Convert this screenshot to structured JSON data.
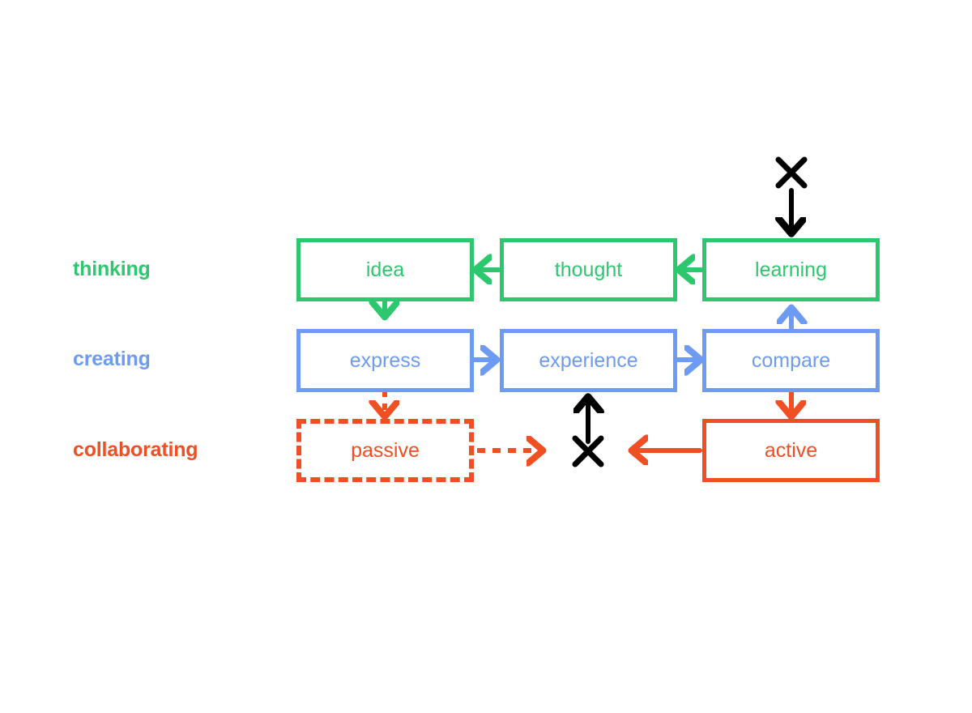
{
  "diagram": {
    "title": "thinking / creating / collaborating flow diagram",
    "background": "#ffffff",
    "colors": {
      "thinking": "#2DC76D",
      "creating": "#6D9BF1",
      "collaborating": "#F04E23",
      "marker": "#000000"
    },
    "rows": [
      {
        "id": "thinking",
        "label": "thinking",
        "color": "#2DC76D",
        "nodes": [
          {
            "id": "idea",
            "label": "idea",
            "style": "solid"
          },
          {
            "id": "thought",
            "label": "thought",
            "style": "solid"
          },
          {
            "id": "learning",
            "label": "learning",
            "style": "solid"
          }
        ]
      },
      {
        "id": "creating",
        "label": "creating",
        "color": "#6D9BF1",
        "nodes": [
          {
            "id": "express",
            "label": "express",
            "style": "solid"
          },
          {
            "id": "experience",
            "label": "experience",
            "style": "solid"
          },
          {
            "id": "compare",
            "label": "compare",
            "style": "solid"
          }
        ]
      },
      {
        "id": "collaborating",
        "label": "collaborating",
        "color": "#F04E23",
        "nodes": [
          {
            "id": "passive",
            "label": "passive",
            "style": "dashed"
          },
          {
            "id": "active",
            "label": "active",
            "style": "solid"
          }
        ]
      }
    ],
    "edges": [
      {
        "id": "thought-to-idea",
        "from": "thought",
        "to": "idea",
        "color": "#2DC76D",
        "style": "solid",
        "direction": "left"
      },
      {
        "id": "learning-to-thought",
        "from": "learning",
        "to": "thought",
        "color": "#2DC76D",
        "style": "solid",
        "direction": "left"
      },
      {
        "id": "idea-to-express",
        "from": "idea",
        "to": "express",
        "color": "#2DC76D",
        "style": "solid",
        "direction": "down"
      },
      {
        "id": "express-to-experience",
        "from": "express",
        "to": "experience",
        "color": "#6D9BF1",
        "style": "solid",
        "direction": "right"
      },
      {
        "id": "experience-to-compare",
        "from": "experience",
        "to": "compare",
        "color": "#6D9BF1",
        "style": "solid",
        "direction": "right"
      },
      {
        "id": "compare-to-learning",
        "from": "compare",
        "to": "learning",
        "color": "#6D9BF1",
        "style": "solid",
        "direction": "up"
      },
      {
        "id": "express-to-passive",
        "from": "express",
        "to": "passive",
        "color": "#F04E23",
        "style": "dashed",
        "direction": "down"
      },
      {
        "id": "compare-to-active",
        "from": "compare",
        "to": "active",
        "color": "#F04E23",
        "style": "solid",
        "direction": "down"
      },
      {
        "id": "passive-to-blocked",
        "from": "passive",
        "to": "blocked-marker-center",
        "color": "#F04E23",
        "style": "dashed",
        "direction": "right"
      },
      {
        "id": "active-to-blocked",
        "from": "active",
        "to": "blocked-marker-center",
        "color": "#F04E23",
        "style": "solid",
        "direction": "left"
      },
      {
        "id": "blocked-to-experience",
        "from": "blocked-marker-center",
        "to": "experience",
        "color": "#000000",
        "style": "solid",
        "direction": "up"
      },
      {
        "id": "blocked-to-learning",
        "from": "blocked-marker-top",
        "to": "learning",
        "color": "#000000",
        "style": "solid",
        "direction": "down"
      }
    ],
    "markers": [
      {
        "id": "blocked-marker-top",
        "glyph": "X",
        "color": "#000000",
        "meaning": "blocked-input-to-learning"
      },
      {
        "id": "blocked-marker-center",
        "glyph": "X",
        "color": "#000000",
        "meaning": "blocked-path-to-experience"
      }
    ]
  }
}
